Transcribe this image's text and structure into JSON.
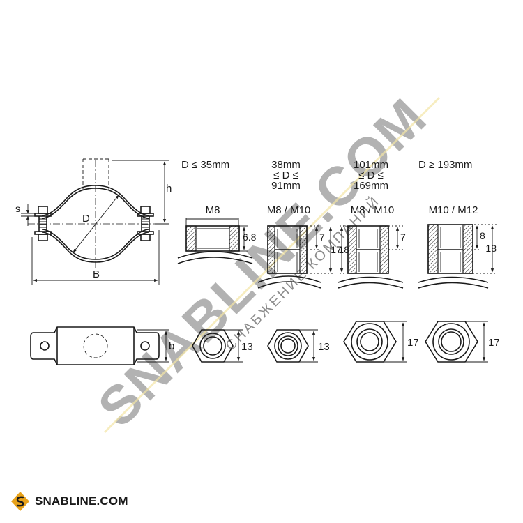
{
  "drawing": {
    "clamp_labels": {
      "height": "h",
      "diameter": "D",
      "width": "B",
      "screw": "s",
      "plate": "b"
    },
    "columns": [
      {
        "range_lines": [
          "D ≤ 35mm"
        ],
        "thread": "M8",
        "height_a": "6.8",
        "height_b": "",
        "hex_size": "13"
      },
      {
        "range_lines": [
          "38mm",
          "≤ D ≤",
          "91mm"
        ],
        "thread": "M8 / M10",
        "height_a": "7",
        "height_b": "17",
        "hex_size": "13"
      },
      {
        "range_lines": [
          "101mm",
          "≤ D ≤",
          "169mm"
        ],
        "thread": "M8 / M10",
        "height_a": "7",
        "height_b": "18",
        "hex_size": "17"
      },
      {
        "range_lines": [
          "D ≥ 193mm"
        ],
        "thread": "M10 / M12",
        "height_a": "8",
        "height_b": "18",
        "hex_size": "17"
      }
    ]
  },
  "watermark": {
    "main": "SNABLINE.COM",
    "sub": "СНАБЖЕНИЕ КОМПАНИЙ"
  },
  "brand": {
    "name": "SNABLINE.COM",
    "accent_color": "#e8a21a"
  }
}
